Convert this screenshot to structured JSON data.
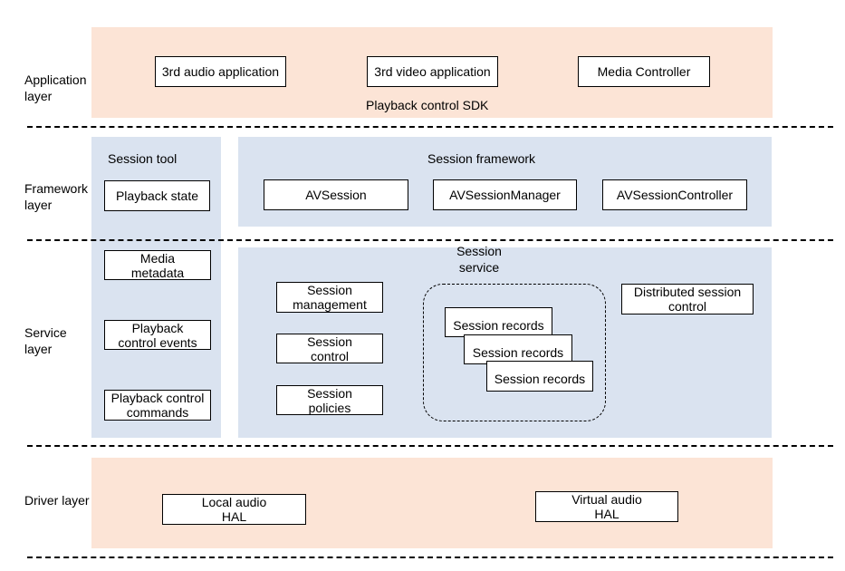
{
  "layers": {
    "application": "Application\nlayer",
    "framework": "Framework\nlayer",
    "service": "Service\nlayer",
    "driver": "Driver layer"
  },
  "application": {
    "apps": [
      "3rd audio application",
      "3rd video application",
      "Media Controller"
    ],
    "sdk": "Playback control SDK"
  },
  "framework": {
    "session_tool_title": "Session tool",
    "playback_state": "Playback state",
    "session_framework_title": "Session framework",
    "components": [
      "AVSession",
      "AVSessionManager",
      "AVSessionController"
    ]
  },
  "service": {
    "tool_items": [
      "Media\nmetadata",
      "Playback\ncontrol events",
      "Playback control\ncommands"
    ],
    "session_service_title": "Session\nservice",
    "session_items": [
      "Session\nmanagement",
      "Session\ncontrol",
      "Session\npolicies"
    ],
    "session_records": [
      "Session records",
      "Session records",
      "Session records"
    ],
    "distributed": "Distributed session\ncontrol"
  },
  "driver": {
    "local": "Local audio\nHAL",
    "virtual": "Virtual audio\nHAL"
  },
  "colors": {
    "peach": "#fce4d6",
    "blue": "#dae3f0"
  }
}
